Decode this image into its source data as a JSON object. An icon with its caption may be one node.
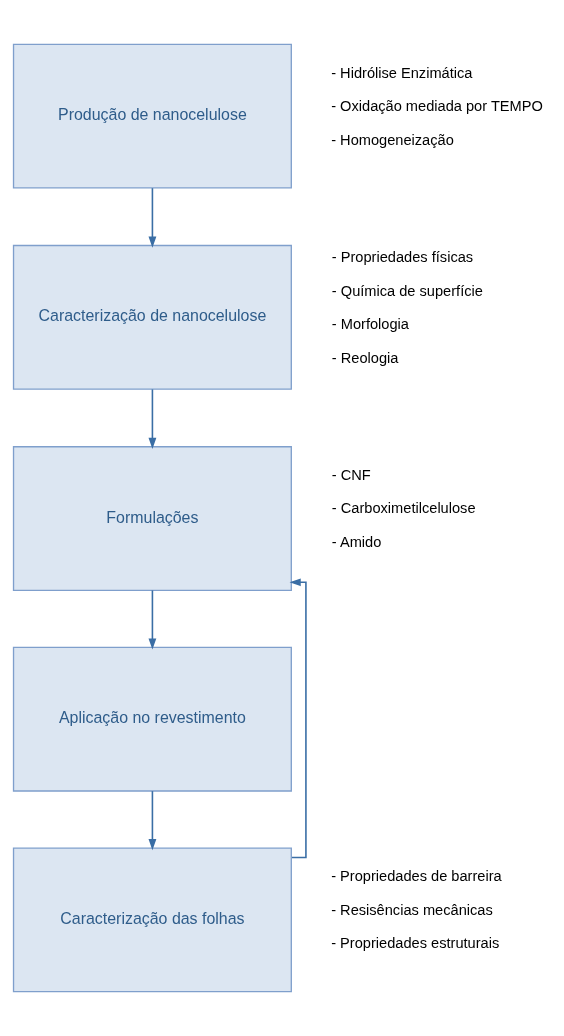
{
  "diagram": {
    "nodes": [
      {
        "text": [
          "Produção de nanocelulose"
        ],
        "beside": [
          "- Hidrólise Enzimática",
          "- Oxidação mediada por TEMPO",
          "- Homogeneização"
        ]
      },
      {
        "text": [
          "Caracterização de nanocelulose"
        ],
        "beside": [
          "- Propriedades físicas",
          "- Química de superfície",
          "- Morfologia",
          "- Reologia"
        ]
      },
      {
        "text": [
          "Formulações"
        ],
        "beside": [
          "- CNF",
          "- Carboximetilcelulose",
          "- Amido"
        ]
      },
      {
        "text": [
          "Aplicação no revestimento"
        ]
      },
      {
        "text": [
          "Caracterização das folhas"
        ],
        "beside": [
          "- Propriedades de barreira",
          "- Resisências mecânicas",
          "- Propriedades estruturais"
        ]
      }
    ],
    "edges": [
      {
        "from": 0,
        "to": 1,
        "arrow": "to"
      },
      {
        "from": 1,
        "to": 2,
        "arrow": "to"
      },
      {
        "from": 2,
        "to": 3,
        "arrow": "to"
      },
      {
        "from": 3,
        "to": 4,
        "arrow": "to"
      },
      {
        "from": 4,
        "to": 2,
        "arrow": "to"
      }
    ]
  }
}
